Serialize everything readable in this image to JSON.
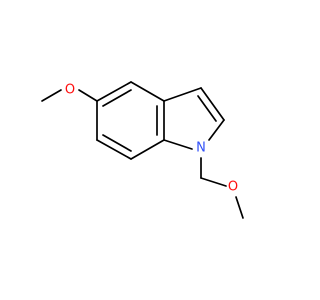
{
  "molecule": {
    "atoms": [
      {
        "id": "O1",
        "symbol": "O",
        "label": "O",
        "color": "#ff0d0d"
      },
      {
        "id": "N1",
        "symbol": "N",
        "label": "N",
        "color": "#3050f8"
      },
      {
        "id": "O2",
        "symbol": "O",
        "label": "O",
        "color": "#ff0d0d"
      }
    ],
    "bond_color": "#000000"
  }
}
